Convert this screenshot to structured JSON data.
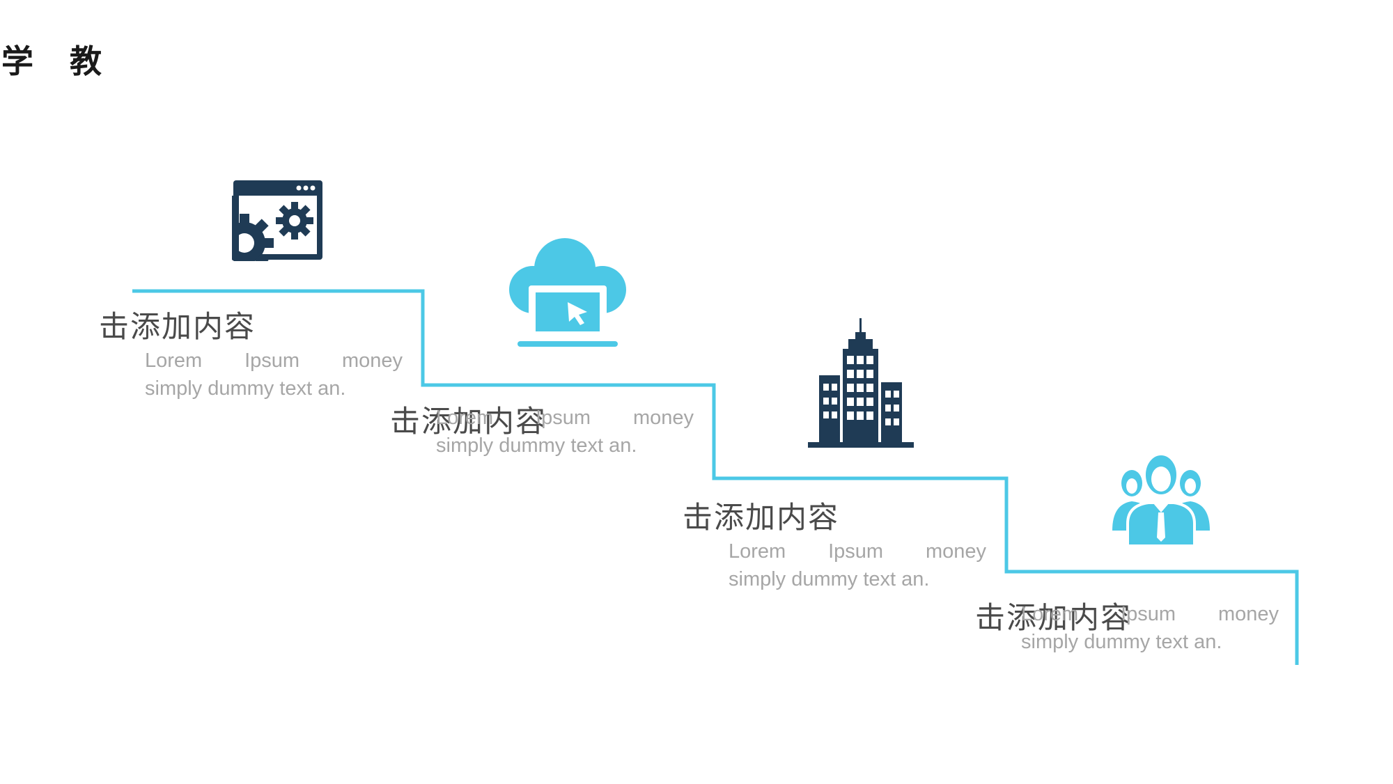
{
  "page": {
    "corner_title": "学 教"
  },
  "colors": {
    "accent": "#4cc8e6",
    "dark": "#1f3b55",
    "title_text": "#4a4a4a",
    "desc_text": "#a6a6a6"
  },
  "steps": [
    {
      "title": "击添加内容",
      "desc_words": [
        "Lorem",
        "Ipsum",
        "money"
      ],
      "desc_line2": "simply dummy text an.",
      "icon": "browser-settings-gears-icon"
    },
    {
      "title": "击添加内容",
      "desc_words": [
        "Lorem",
        "Ipsum",
        "money"
      ],
      "desc_line2": "simply dummy text an.",
      "icon": "cloud-laptop-icon"
    },
    {
      "title": "击添加内容",
      "desc_words": [
        "Lorem",
        "Ipsum",
        "money"
      ],
      "desc_line2": "simply dummy text an.",
      "icon": "city-buildings-icon"
    },
    {
      "title": "击添加内容",
      "desc_words": [
        "Lorem",
        "Ipsum",
        "money"
      ],
      "desc_line2": "simply dummy text an.",
      "icon": "business-team-icon"
    }
  ]
}
